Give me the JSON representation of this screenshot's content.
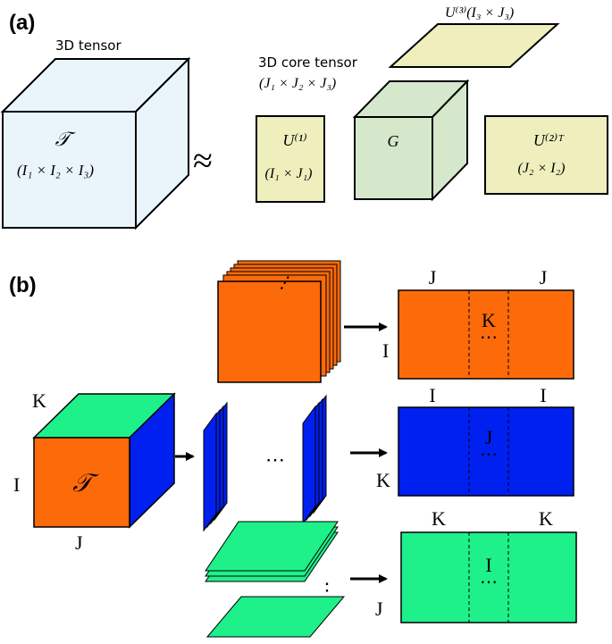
{
  "panel_a": {
    "label": "(a)",
    "tensor_caption": "3D tensor",
    "tensor_symbol": "𝒯",
    "tensor_dims": "(I₁ × I₂ × I₃)",
    "approx": "≈",
    "core_caption": "3D core tensor",
    "core_dims": "(J₁ × J₂ × J₃)",
    "core_symbol": "G",
    "u1_symbol": "U⁽¹⁾",
    "u1_dims": "(I₁ × J₁)",
    "u2_symbol": "U⁽²⁾ᵀ",
    "u2_dims": "(J₂ × I₂)",
    "u3_label": "U⁽³⁾(I₃ × J₃)"
  },
  "panel_b": {
    "label": "(b)",
    "cube_symbol": "𝒯",
    "cube_k": "K",
    "cube_i": "I",
    "cube_j": "J",
    "dots": "⋯",
    "vdots": "⋮",
    "unfold1": {
      "top_left": "J",
      "top_right": "J",
      "side": "I",
      "mid": "K",
      "mid_dots": "⋯"
    },
    "unfold2": {
      "top_left": "I",
      "top_right": "I",
      "side": "K",
      "mid": "J",
      "mid_dots": "⋯"
    },
    "unfold3": {
      "top_left": "K",
      "top_right": "K",
      "side": "J",
      "mid": "I",
      "mid_dots": "⋯"
    }
  },
  "colors": {
    "cube_front": "#eaf5fb",
    "yellow": "#efefbe",
    "green_core": "#d5e8cc",
    "orange": "#fd6a0a",
    "blue": "#0020f0",
    "mint": "#1ef08a"
  }
}
